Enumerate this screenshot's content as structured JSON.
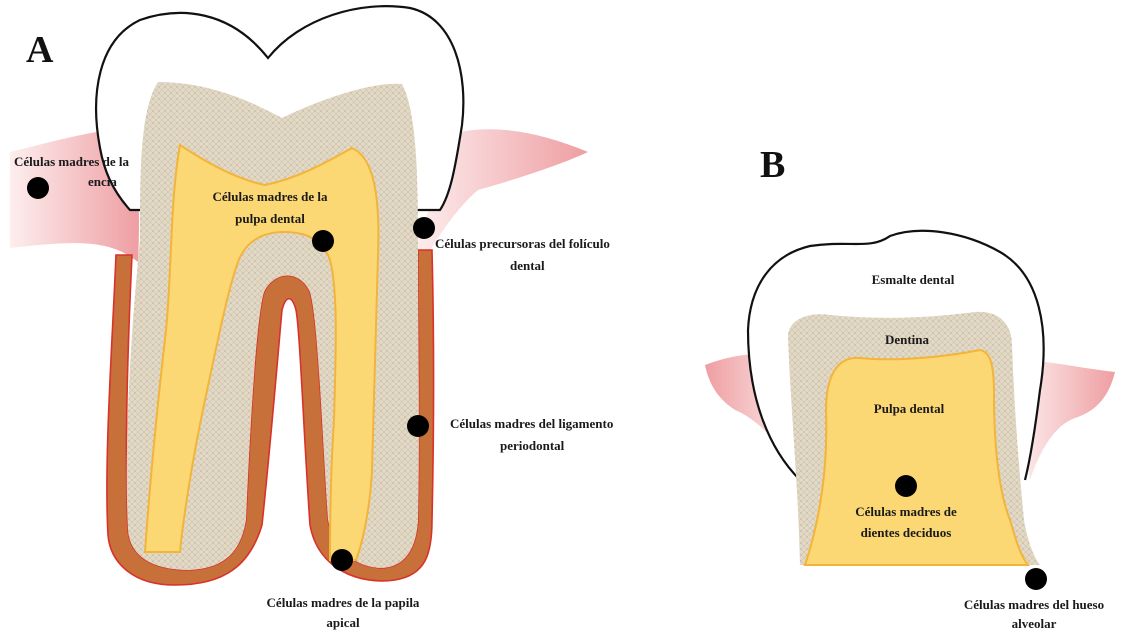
{
  "panel_a": {
    "panel_label": "A",
    "labels": {
      "gingiva_line1": "Células madres de la",
      "gingiva_line2": "encia",
      "pulp_line1": "Células madres de la",
      "pulp_line2": "pulpa dental",
      "follicle_line1": "Células precursoras del folículo",
      "follicle_line2": "dental",
      "ligament_line1": "Células madres del ligamento",
      "ligament_line2": "periodontal",
      "papilla_line1": "Células madres de la papila",
      "papilla_line2": "apical"
    }
  },
  "panel_b": {
    "panel_label": "B",
    "labels": {
      "enamel": "Esmalte dental",
      "dentin": "Dentina",
      "pulp": "Pulpa dental",
      "deciduous_line1": "Células madres de",
      "deciduous_line2": "dientes deciduos",
      "bone_line1": "Células madres del hueso",
      "bone_line2": "alveolar"
    }
  },
  "colors": {
    "enamel_fill": "#ffffff",
    "outline": "#111111",
    "dentin": "#e2d9c6",
    "pulp": "#fcd874",
    "pulp_edge": "#f3b43a",
    "ligament": "#c8703a",
    "ligament_edge": "#d8322a",
    "gingiva_light": "#fbe6e6",
    "gingiva_dark": "#ee9ea2",
    "marker": "#000000"
  }
}
